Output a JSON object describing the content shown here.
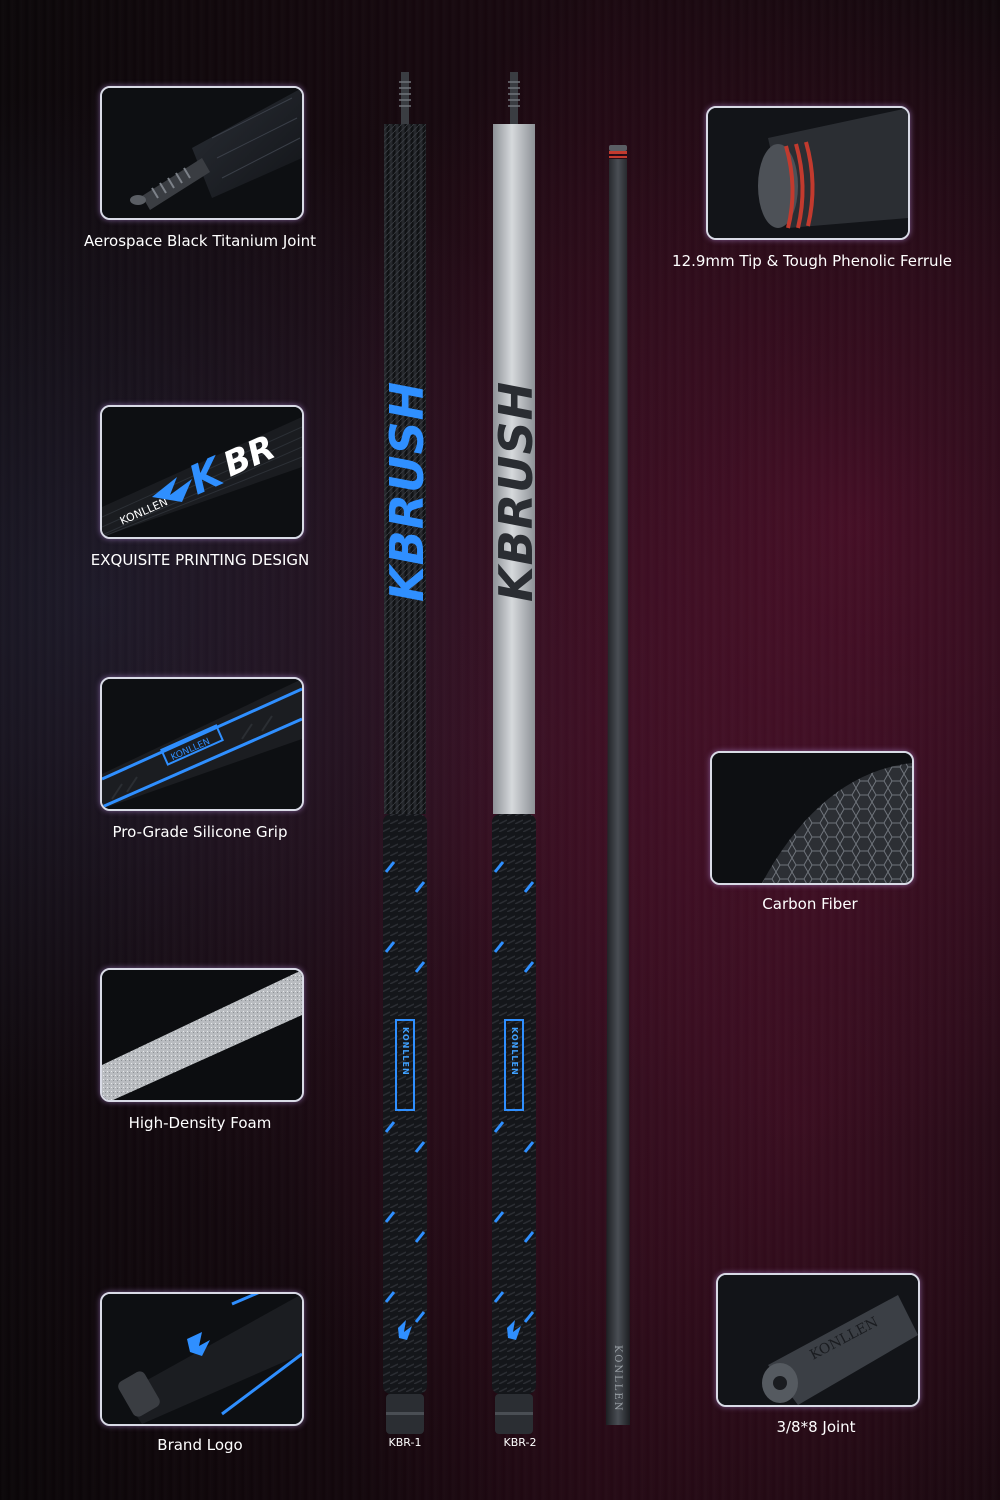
{
  "features_left": [
    {
      "caption": "Aerospace Black Titanium Joint"
    },
    {
      "caption": "EXQUISITE PRINTING DESIGN"
    },
    {
      "caption": "Pro-Grade Silicone Grip"
    },
    {
      "caption": "High-Density Foam"
    },
    {
      "caption": "Brand Logo"
    }
  ],
  "features_right": [
    {
      "caption": "12.9mm Tip & Tough Phenolic Ferrule"
    },
    {
      "caption": "Carbon Fiber"
    },
    {
      "caption": "3/8*8 Joint"
    }
  ],
  "cues": {
    "kbr1_label": "KBR-1",
    "kbr2_label": "KBR-2",
    "butt_brand_text": "KBRUSH",
    "maker_text": "KONLLEN",
    "grip_brand_text": "KONLLEN",
    "shaft_brand_text": "KONLLEN"
  },
  "colors": {
    "accent_blue": "#2f8fff",
    "carbon_black": "#15171a",
    "silver": "#bfc3c7",
    "ferrule_red": "#c23a2e"
  }
}
